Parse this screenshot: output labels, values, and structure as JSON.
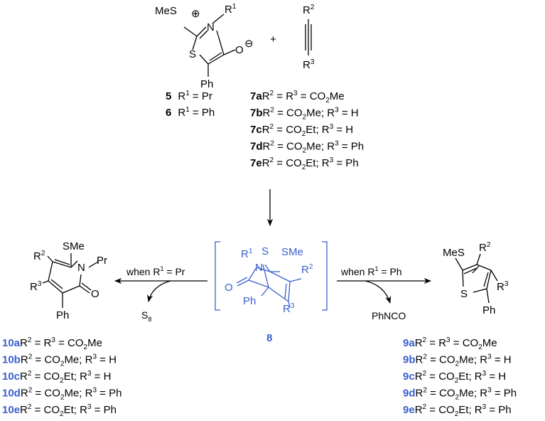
{
  "colors": {
    "text": "#000000",
    "highlight": "#3a5fcd"
  },
  "reactant_thiazolium": {
    "atoms": {
      "mes": "MeS",
      "plus": "⊕",
      "n": "N",
      "r1": "R",
      "r1_sup": "1",
      "s": "S",
      "o": "O",
      "minus": "⊖",
      "ph": "Ph"
    }
  },
  "plus_sign": "+",
  "reactant_alkyne": {
    "r2": "R",
    "r2_sup": "2",
    "r3": "R",
    "r3_sup": "3"
  },
  "compounds_5_6": [
    {
      "num": "5",
      "a": "R",
      "sup": "1",
      "b": " = Pr"
    },
    {
      "num": "6",
      "a": "R",
      "sup": "1",
      "b": " = Ph"
    }
  ],
  "compounds_7": [
    {
      "num": "7a",
      "text": "R2 = R3 = CO2Me"
    },
    {
      "num": "7b",
      "text": "R2 = CO2Me; R3 = H"
    },
    {
      "num": "7c",
      "text": "R2 = CO2Et; R3 = H"
    },
    {
      "num": "7d",
      "text": "R2 = CO2Me; R3 = Ph"
    },
    {
      "num": "7e",
      "text": "R2 = CO2Et; R3 = Ph"
    }
  ],
  "intermediate_8": {
    "label": "8",
    "atoms": {
      "r1": "R",
      "r1_sup": "1",
      "n": "N",
      "s": "S",
      "sme": "SMe",
      "r2": "R",
      "r2_sup": "2",
      "o": "O",
      "ph": "Ph",
      "r3": "R",
      "r3_sup": "3"
    }
  },
  "left_arrow": {
    "condition": {
      "a": "when R",
      "sup": "1",
      "b": " = Pr"
    },
    "byproduct": {
      "a": "S",
      "sub": "8"
    }
  },
  "right_arrow": {
    "condition": {
      "a": "when R",
      "sup": "1",
      "b": " = Ph"
    },
    "byproduct": "PhNCO"
  },
  "pyridone_10": {
    "atoms": {
      "sme": "SMe",
      "r2": "R",
      "r2_sup": "2",
      "n": "N",
      "pr": "Pr",
      "r3": "R",
      "r3_sup": "3",
      "o": "O",
      "ph": "Ph"
    }
  },
  "thiophene_9": {
    "atoms": {
      "mes": "MeS",
      "r2": "R",
      "r2_sup": "2",
      "s": "S",
      "r3": "R",
      "r3_sup": "3",
      "ph": "Ph"
    }
  },
  "compounds_10": [
    {
      "num": "10a",
      "text": "R2 = R3 = CO2Me"
    },
    {
      "num": "10b",
      "text": "R2 = CO2Me; R3 = H"
    },
    {
      "num": "10c",
      "text": "R2 = CO2Et; R3 = H"
    },
    {
      "num": "10d",
      "text": "R2 = CO2Me; R3 = Ph"
    },
    {
      "num": "10e",
      "text": "R2 = CO2Et; R3 = Ph"
    }
  ],
  "compounds_9": [
    {
      "num": "9a",
      "text": "R2 = R3 = CO2Me"
    },
    {
      "num": "9b",
      "text": "R2 = CO2Me; R3 = H"
    },
    {
      "num": "9c",
      "text": "R2 = CO2Et; R3 = H"
    },
    {
      "num": "9d",
      "text": "R2 = CO2Me; R3 = Ph"
    },
    {
      "num": "9e",
      "text": "R2 = CO2Et; R3 = Ph"
    }
  ]
}
